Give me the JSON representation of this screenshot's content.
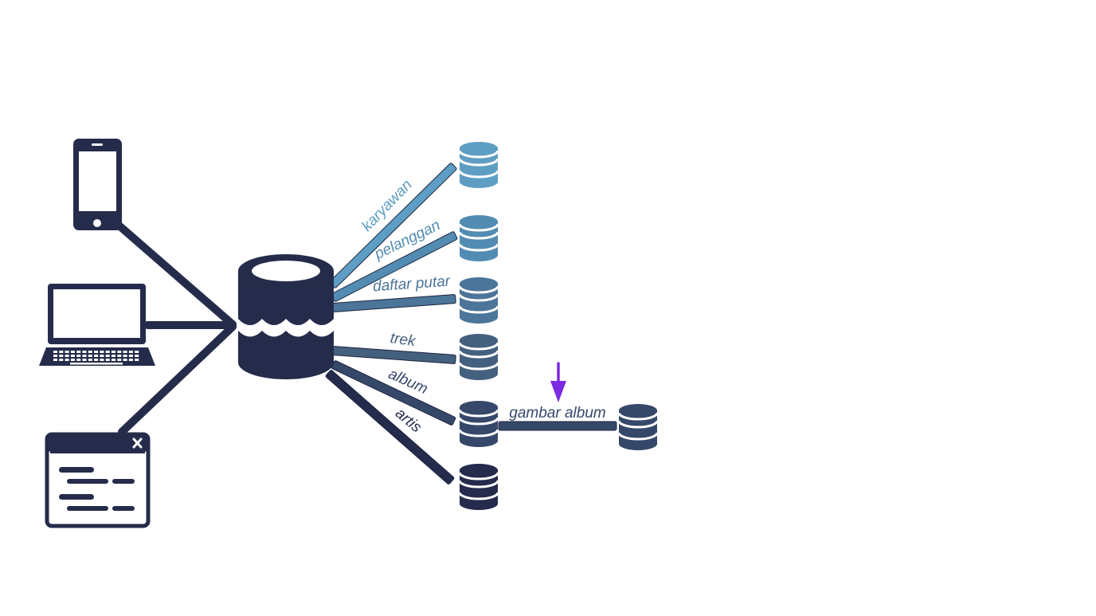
{
  "colors": {
    "navy": "#252c4b",
    "tier1": "#5e9ec4",
    "tier2": "#538cb2",
    "tier3": "#4b7599",
    "tier4": "#44607f",
    "tier5": "#36486a",
    "tier6": "#252b4c",
    "highlight_arrow": "#7c2be0"
  },
  "clients": [
    {
      "name": "smartphone",
      "icon": "smartphone-icon"
    },
    {
      "name": "laptop",
      "icon": "laptop-icon"
    },
    {
      "name": "app-window",
      "icon": "app-window-icon"
    }
  ],
  "central_store": {
    "icon": "data-lake-icon"
  },
  "tables": [
    {
      "label": "karyawan",
      "color_key": "tier1"
    },
    {
      "label": "pelanggan",
      "color_key": "tier2"
    },
    {
      "label": "daftar putar",
      "color_key": "tier3"
    },
    {
      "label": "trek",
      "color_key": "tier4"
    },
    {
      "label": "album",
      "color_key": "tier5"
    },
    {
      "label": "artis",
      "color_key": "tier6"
    }
  ],
  "extension": {
    "label": "gambar album",
    "color_key": "tier5"
  }
}
